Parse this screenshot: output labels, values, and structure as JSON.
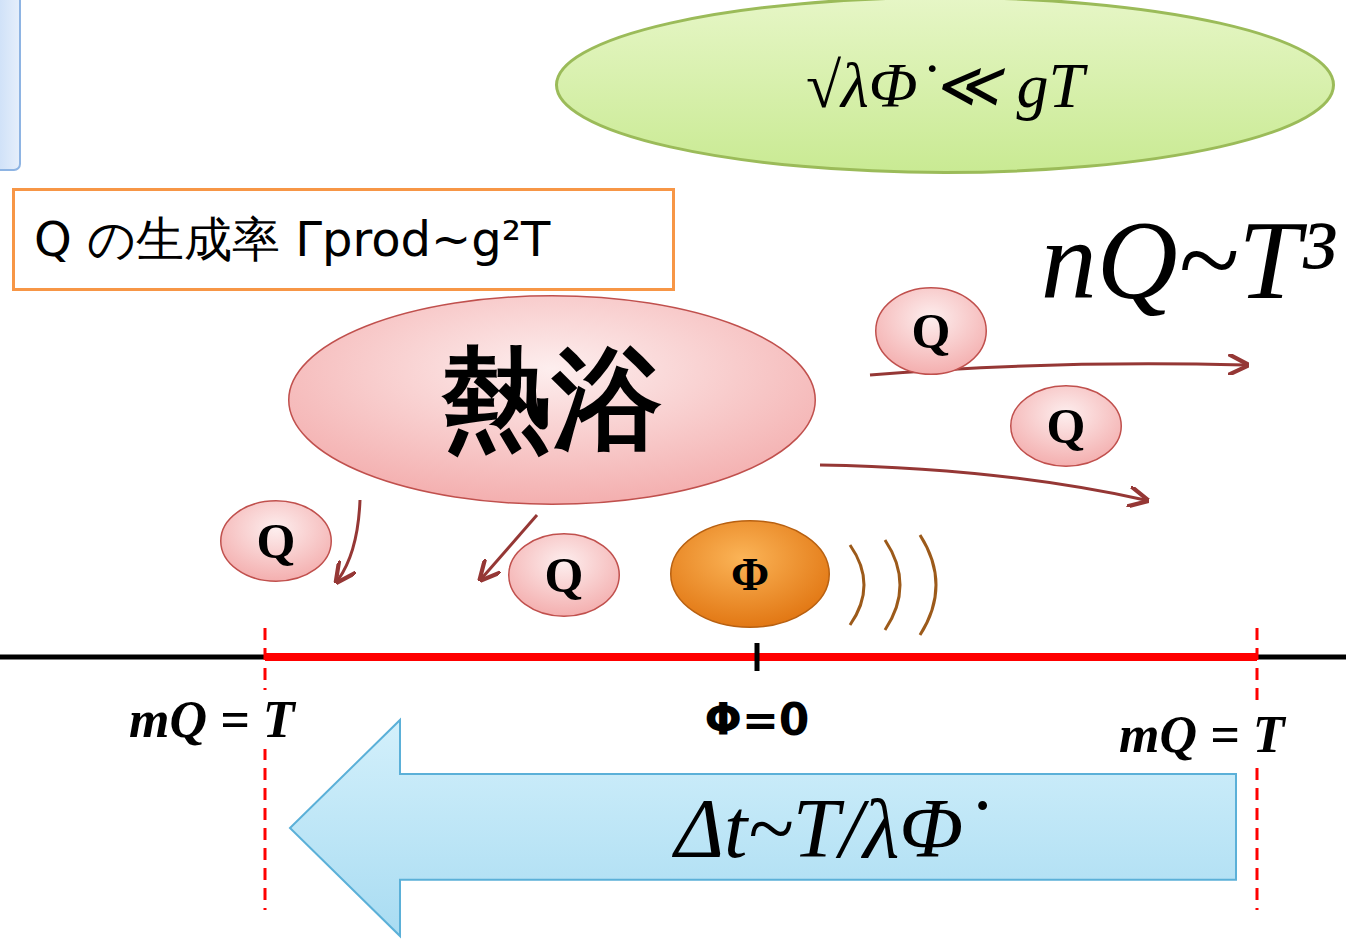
{
  "diagram": {
    "nodes": [
      {
        "text": [
          "√λΦ̇ ≪ gT"
        ]
      },
      {
        "text": [
          "Q の生成率 Γprod~g²T"
        ]
      },
      {
        "text": [
          "Q"
        ]
      },
      {
        "text": [
          "熱浴"
        ]
      },
      {
        "text": [
          "Q"
        ]
      },
      {
        "text": [
          "Q"
        ]
      },
      {
        "text": [
          "Q"
        ]
      },
      {
        "text": [
          "Φ"
        ]
      },
      {
        "text": [
          "Δt~T/λΦ̇"
        ]
      }
    ],
    "labels": [
      "nQ~T³",
      "mQ = T",
      "Φ=0",
      "mQ = T"
    ]
  }
}
